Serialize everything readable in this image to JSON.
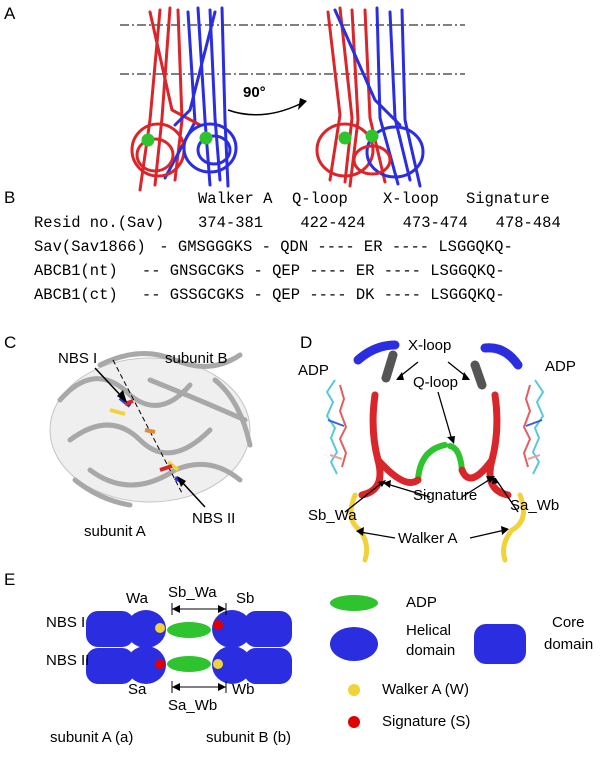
{
  "panelA": {
    "letter": "A",
    "rotation_label": "90°"
  },
  "panelB": {
    "letter": "B",
    "header": {
      "walker_a": "Walker A",
      "q_loop": "Q-loop",
      "x_loop": "X-loop",
      "signature": "Signature"
    },
    "rows": [
      {
        "label": "Resid no.(Sav)",
        "seq": "374-381    422-424    473-474   478-484"
      },
      {
        "label": "Sav(Sav1866)",
        "seq": " - GMSGGGKS - QDN ---- ER ---- LSGGQKQ-"
      },
      {
        "label": "ABCB1(nt)",
        "seq": "   -- GNSGCGKS - QEP ---- ER ---- LSGGQKQ-"
      },
      {
        "label": "ABCB1(ct)",
        "seq": "   -- GSSGCGKS - QEP ---- DK ---- LSGGQKQ-"
      }
    ]
  },
  "panelC": {
    "letter": "C",
    "nbs1": "NBS I",
    "subunit_b": "subunit B",
    "subunit_a": "subunit A",
    "nbs2": "NBS II"
  },
  "panelD": {
    "letter": "D",
    "x_loop": "X-loop",
    "adp_left": "ADP",
    "adp_right": "ADP",
    "q_loop": "Q-loop",
    "signature": "Signature",
    "sb_wa": "Sb_Wa",
    "sa_wb": "Sa_Wb",
    "walker_a": "Walker A"
  },
  "panelE": {
    "letter": "E",
    "sb_wa": "Sb_Wa",
    "wa": "Wa",
    "sb": "Sb",
    "nbs1": "NBS I",
    "nbs2": "NBS II",
    "sa": "Sa",
    "wb": "Wb",
    "sa_wb": "Sa_Wb",
    "subunit_a": "subunit A (a)",
    "subunit_b": "subunit B (b)",
    "legend": {
      "adp": "ADP",
      "helical_line1": "Helical",
      "helical_line2": "domain",
      "core_line1": "Core",
      "core_line2": "domain",
      "walker": "Walker A (W)",
      "signature": "Signature (S)"
    }
  },
  "colors": {
    "red": "#d9262b",
    "blue": "#2b2ee0",
    "green": "#2fc42f",
    "yellow": "#f2d23a",
    "grey": "#b8b8b8"
  }
}
